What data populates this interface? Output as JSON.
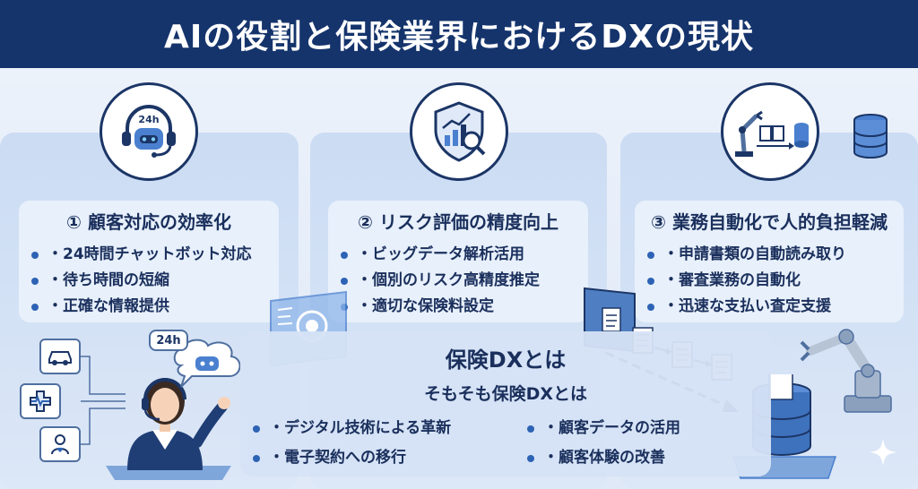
{
  "title": "AIの役割と保険業界におけるDXの現状",
  "panels": [
    {
      "title": "① 顧客対応の効率化",
      "icon": "chatbot-headset-icon",
      "bullets": [
        "・24時間チャットボット対応",
        "・待ち時間の短縮",
        "・正確な情報提供"
      ]
    },
    {
      "title": "② リスク評価の精度向上",
      "icon": "shield-analytics-icon",
      "bullets": [
        "・ビッグデータ解析活用",
        "・個別のリスク高精度推定",
        "・適切な保険料設定"
      ]
    },
    {
      "title": "③ 業務自動化で人的負担軽減",
      "icon": "robot-arm-documents-icon",
      "bullets": [
        "・申請書類の自動読み取り",
        "・審査業務の自動化",
        "・迅速な支払い査定支援"
      ]
    }
  ],
  "badge_text": "24h",
  "center": {
    "title": "保険DXとは",
    "subtitle": "そもそも保険DXとは",
    "left_items": [
      "・デジタル技術による革新",
      "・電子契約への移行"
    ],
    "right_items": [
      "・顧客データの活用",
      "・顧客体験の改善"
    ]
  },
  "colors": {
    "banner": "#15346c",
    "text": "#1a2f5c",
    "bullet": "#2d63b5",
    "panel": "#cbdcf3"
  }
}
